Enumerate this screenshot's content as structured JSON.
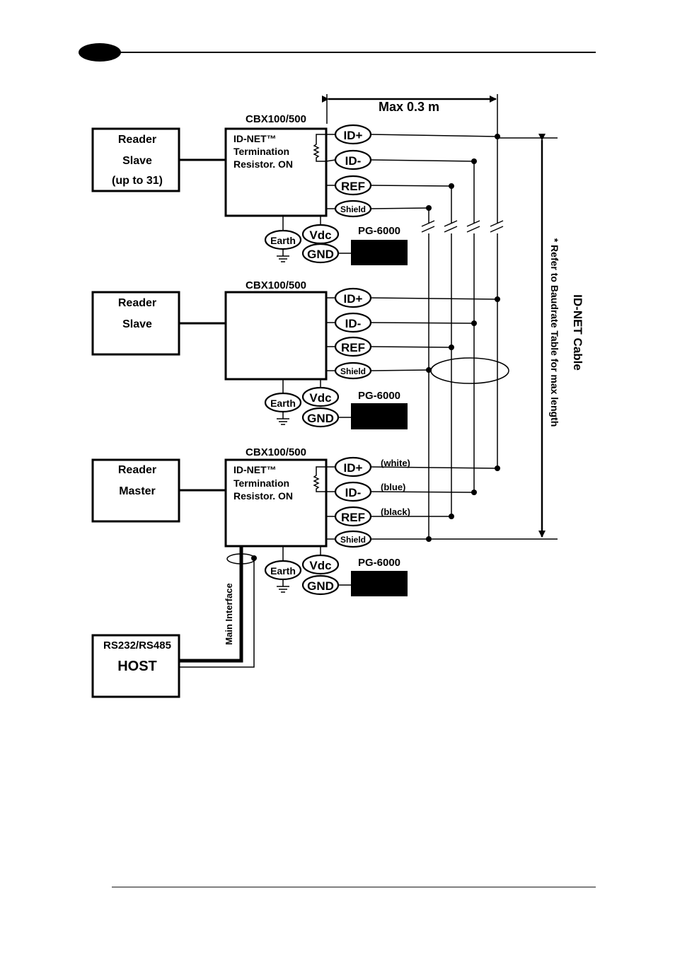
{
  "readers": [
    {
      "title": "Reader",
      "role": "Slave",
      "note": "(up to 31)"
    },
    {
      "title": "Reader",
      "role": "Slave",
      "note": ""
    },
    {
      "title": "Reader",
      "role": "Master",
      "note": ""
    }
  ],
  "cbx_label": "CBX100/500",
  "termination": {
    "line1": "ID-NET™",
    "line2": "Termination",
    "line3": "Resistor. ON"
  },
  "terminals": {
    "id_plus": "ID+",
    "id_minus": "ID-",
    "ref": "REF",
    "shield": "Shield",
    "vdc": "Vdc",
    "gnd": "GND",
    "earth": "Earth"
  },
  "power_supply": "PG-6000",
  "wire_colors": {
    "id_plus": "(white)",
    "id_minus": "(blue)",
    "ref": "(black)"
  },
  "max_length": "Max 0.3 m",
  "cable_label": "ID-NET Cable",
  "cable_note": "* Refer to Baudrate Table for max length",
  "main_interface": "Main Interface",
  "host": {
    "line1": "RS232/RS485",
    "line2": "HOST"
  }
}
